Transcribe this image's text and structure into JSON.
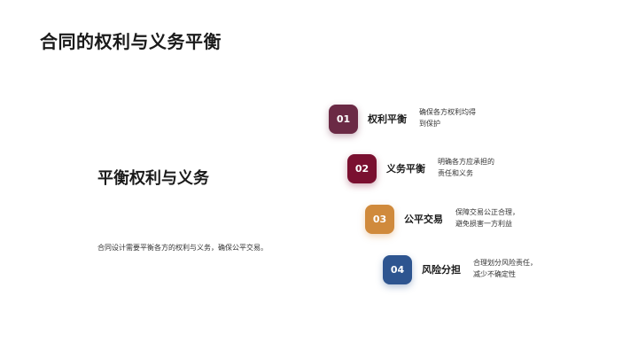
{
  "slide": {
    "title": "合同的权利与义务平衡",
    "subtitle": "平衡权利与义务",
    "description": "合同设计需要平衡各方的权利与义务，确保公平交易。"
  },
  "items": [
    {
      "number": "01",
      "label": "权利平衡",
      "text_line1": "确保各方权利均得",
      "text_line2": "到保护",
      "color": "#6b2a45"
    },
    {
      "number": "02",
      "label": "义务平衡",
      "text_line1": "明确各方应承担的",
      "text_line2": "责任和义务",
      "color": "#7a1030"
    },
    {
      "number": "03",
      "label": "公平交易",
      "text_line1": "保障交易公正合理，",
      "text_line2": "避免损害一方利益",
      "color": "#d08a3c"
    },
    {
      "number": "04",
      "label": "风险分担",
      "text_line1": "合理划分风险责任，",
      "text_line2": "减少不确定性",
      "color": "#2e5590"
    }
  ]
}
